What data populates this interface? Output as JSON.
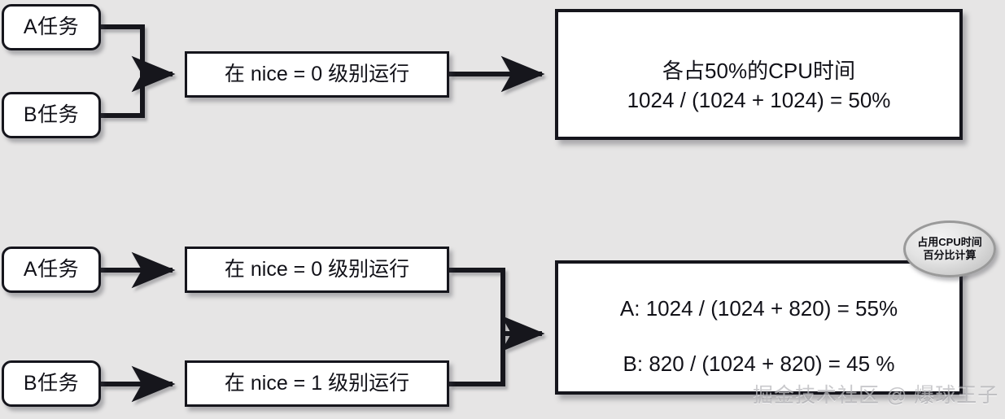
{
  "diagram": {
    "background_color": "#e6e5e5",
    "line_color": "#15151c",
    "box_fill": "#ffffff",
    "callout_fill": "#dedede"
  },
  "top_group": {
    "tasks": [
      {
        "label": "A任务"
      },
      {
        "label": "B任务"
      }
    ],
    "process": {
      "label": "在 nice = 0 级别运行"
    },
    "result": {
      "lines": [
        "各占50%的CPU时间",
        "1024 / (1024 + 1024) = 50%"
      ]
    }
  },
  "bottom_group": {
    "rows": [
      {
        "task_label": "A任务",
        "process_label": "在 nice = 0 级别运行"
      },
      {
        "task_label": "B任务",
        "process_label": "在 nice = 1 级别运行"
      }
    ],
    "result": {
      "lines": [
        "A: 1024 / (1024 + 820) = 55%",
        "B: 820 / (1024 + 820)  = 45 %"
      ]
    },
    "callout": {
      "lines": [
        "占用CPU时间",
        "百分比计算"
      ]
    }
  },
  "watermark": {
    "text": "掘金技术社区 @ 爆球王子"
  }
}
